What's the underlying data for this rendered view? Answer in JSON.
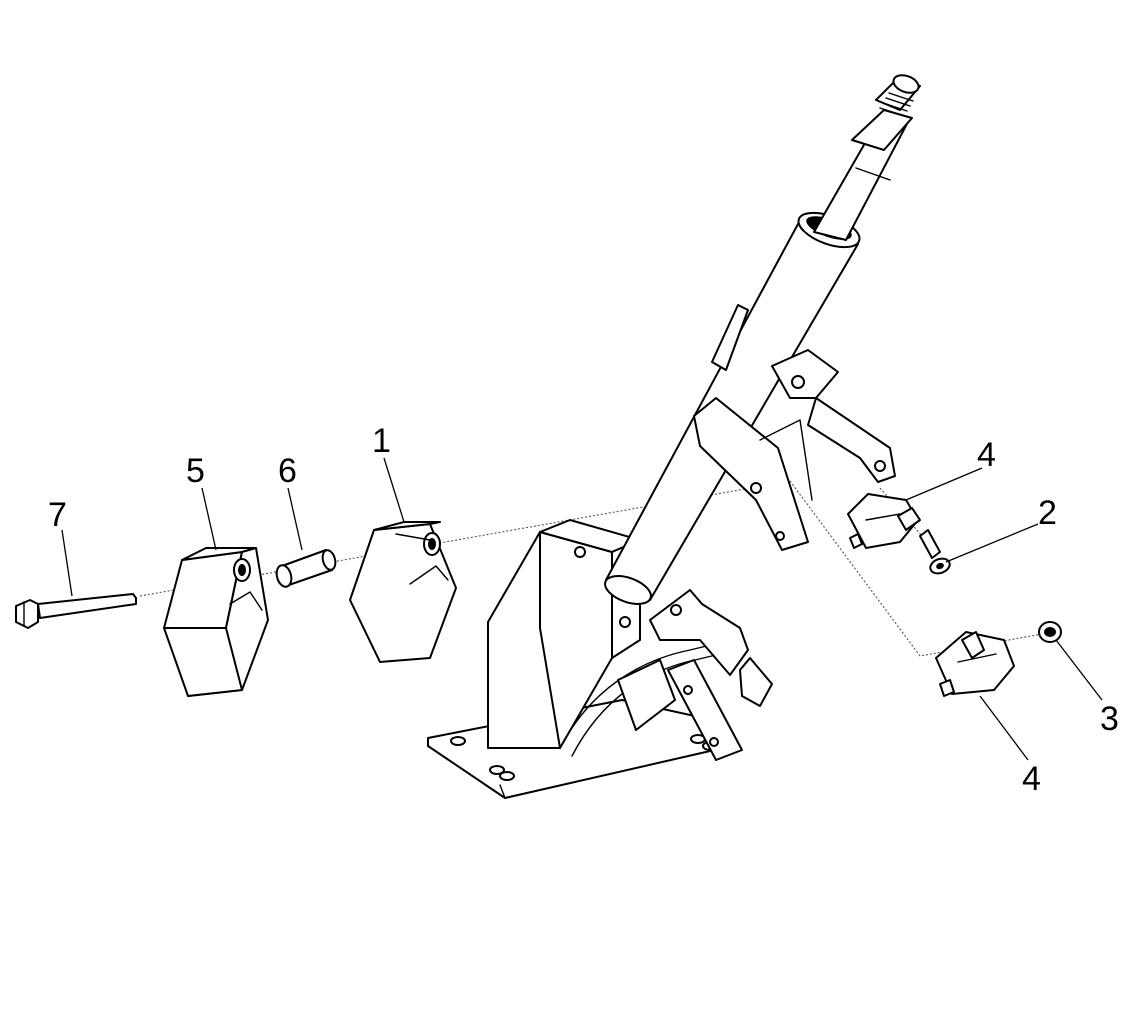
{
  "callouts": [
    {
      "id": "c1",
      "label": "1"
    },
    {
      "id": "c2",
      "label": "2"
    },
    {
      "id": "c3",
      "label": "3"
    },
    {
      "id": "c4a",
      "label": "4"
    },
    {
      "id": "c4b",
      "label": "4"
    },
    {
      "id": "c5",
      "label": "5"
    },
    {
      "id": "c6",
      "label": "6"
    },
    {
      "id": "c7",
      "label": "7"
    }
  ]
}
